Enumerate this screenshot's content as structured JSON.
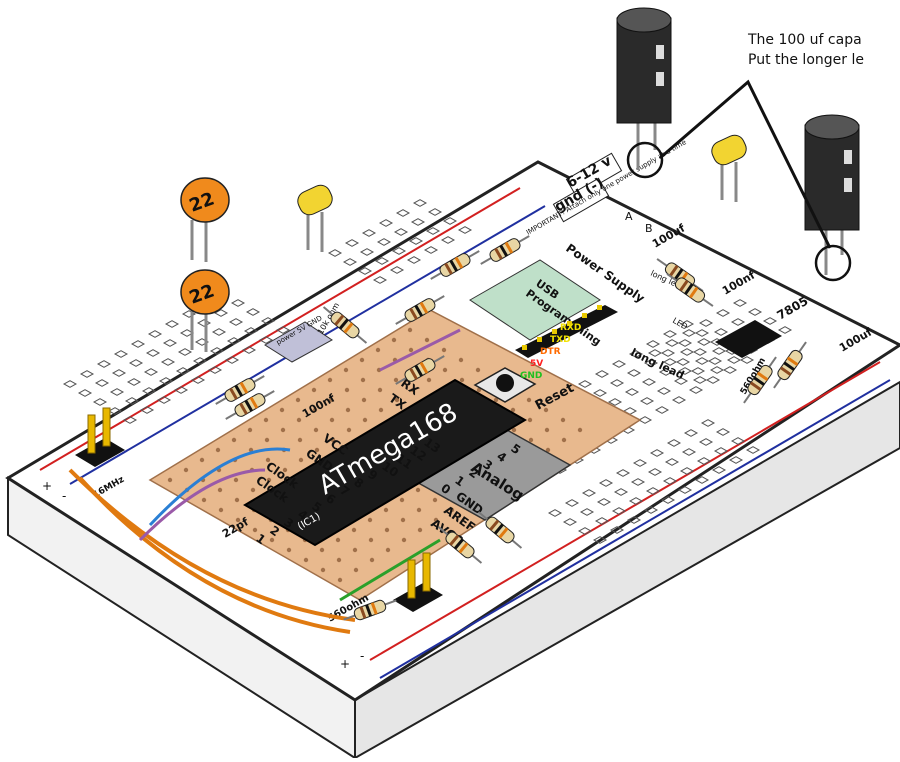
{
  "annotation": {
    "line1": "The 100 uf capa",
    "line2": "Put the longer le"
  },
  "board": {
    "voltage_label": "6-12 v",
    "gnd_label": "gnd (-)",
    "important_note": "IMPORTANT! Attach only one power supply at a time",
    "row_a": "A",
    "row_b": "B",
    "power_supply_label": "Power Supply",
    "usb_label": "USB",
    "programming_label": "Program-ming",
    "rx_label": "RX",
    "tx_label": "TX",
    "reset_label": "Reset",
    "chip_label": "ATmega168",
    "chip_sub": "(IC1)",
    "analog_label": "Analog",
    "power_5v_label": "power 5V GND",
    "cap_100uf_1": "100uf",
    "cap_100nf_1": "100nf",
    "cap_100nf_2": "100nf",
    "cap_100uf_2": "100uf",
    "cap_22pf": "22pf",
    "regulator_label": "7805",
    "crystal_label": "16MHz",
    "resistor_10k": "10k ohm",
    "resistor_560_1": "560ohm",
    "resistor_560_2": "560ohm",
    "long_lead_1": "long lead",
    "long_lead_2": "long lead",
    "led_label": "LED",
    "clock_label_1": "Clock",
    "clock_label_2": "Clock",
    "vcc_label": "VCC",
    "gnd_pin_label": "GND",
    "aref_label": "AREF",
    "avcc_label": "AVCC",
    "pin_labels": [
      "1",
      "2",
      "3",
      "4",
      "5",
      "6",
      "7",
      "8",
      "9",
      "10",
      "11",
      "12",
      "13"
    ],
    "analog_pins": [
      "0",
      "1",
      "2",
      "3",
      "4",
      "5"
    ],
    "plus_label": "+",
    "minus_label": "-",
    "ceramic_cap_value": "22",
    "serial_pins": [
      "RXD",
      "TXD",
      "DTR",
      "5V",
      "GND"
    ]
  },
  "colors": {
    "board_top": "#ffffff",
    "perfboard": "#e8b98e",
    "chip": "#1a1a1a",
    "capacitor_body": "#2a2a2a",
    "ceramic_cap": "#f08a1c",
    "small_cap": "#f2d431",
    "wire_orange": "#e07a10",
    "wire_blue": "#2a7fd4",
    "wire_purple": "#9a5aa8",
    "wire_green": "#2aa02a",
    "rail_red": "#d22020",
    "rail_blue": "#2030a0"
  }
}
